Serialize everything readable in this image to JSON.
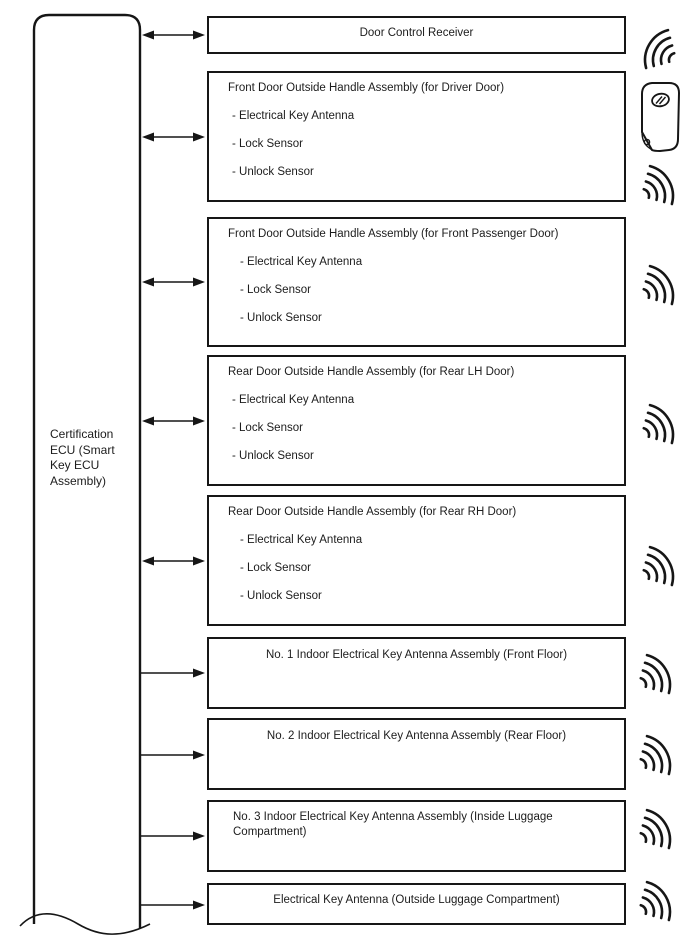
{
  "ecu": {
    "label": "Certification\nECU (Smart\nKey ECU\nAssembly)"
  },
  "boxes": [
    {
      "title": "Door Control Receiver",
      "items": []
    },
    {
      "title": "Front Door Outside Handle Assembly (for Driver Door)",
      "items": [
        "- Electrical Key Antenna",
        "- Lock Sensor",
        "- Unlock Sensor"
      ]
    },
    {
      "title": "Front Door Outside Handle Assembly (for Front Passenger Door)",
      "items": [
        "- Electrical Key Antenna",
        "- Lock Sensor",
        "- Unlock Sensor"
      ]
    },
    {
      "title": "Rear Door Outside Handle Assembly (for Rear LH Door)",
      "items": [
        "- Electrical Key Antenna",
        "- Lock Sensor",
        "- Unlock Sensor"
      ]
    },
    {
      "title": "Rear Door Outside Handle Assembly (for Rear RH Door)",
      "items": [
        "- Electrical Key Antenna",
        "- Lock Sensor",
        "- Unlock Sensor"
      ]
    },
    {
      "title": "No. 1 Indoor Electrical Key Antenna Assembly (Front Floor)",
      "items": []
    },
    {
      "title": "No. 2 Indoor Electrical Key Antenna Assembly (Rear Floor)",
      "items": []
    },
    {
      "title": "No. 3 Indoor Electrical Key Antenna Assembly (Inside Luggage Compartment)",
      "items": []
    },
    {
      "title": "Electrical Key Antenna (Outside Luggage Compartment)",
      "items": []
    }
  ],
  "icons": {
    "receiver_waves": "radio-waves-left-icon",
    "smart_key": "smart-key-fob-icon",
    "antenna_waves": "radio-waves-right-icon"
  },
  "colors": {
    "line": "#161616",
    "background": "#ffffff"
  }
}
